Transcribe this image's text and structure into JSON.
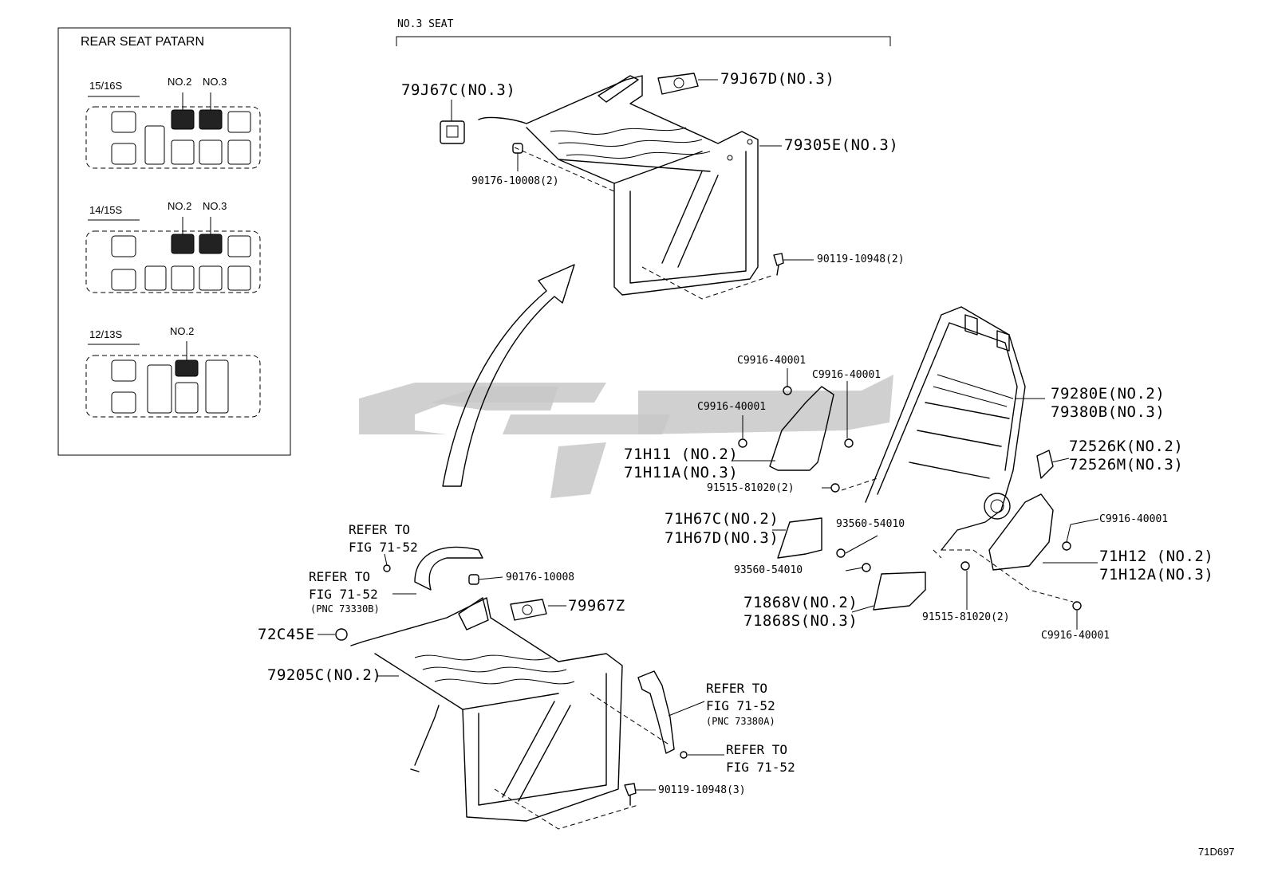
{
  "legend": {
    "title": "REAR SEAT PATARN",
    "rows": [
      {
        "name": "15/16S",
        "markers": [
          "NO.2",
          "NO.3"
        ]
      },
      {
        "name": "14/15S",
        "markers": [
          "NO.2",
          "NO.3"
        ]
      },
      {
        "name": "12/13S",
        "markers": [
          "NO.2"
        ]
      }
    ]
  },
  "section_title": "NO.3 SEAT",
  "labels": {
    "p79J67C": "79J67C(NO.3)",
    "p79J67D": "79J67D(NO.3)",
    "p79305E": "79305E(NO.3)",
    "p90176_2": "90176-10008(2)",
    "p90119_2": "90119-10948(2)",
    "pC9916_a": "C9916-40001",
    "pC9916_b": "C9916-40001",
    "pC9916_c": "C9916-40001",
    "pC9916_d": "C9916-40001",
    "pC9916_e": "C9916-40001",
    "p79280E": "79280E(NO.2)",
    "p79380B": "79380B(NO.3)",
    "p71H11": "71H11 (NO.2)",
    "p71H11A": "71H11A(NO.3)",
    "p72526K": "72526K(NO.2)",
    "p72526M": "72526M(NO.3)",
    "p91515_a": "91515-81020(2)",
    "p91515_b": "91515-81020(2)",
    "p71H67C": "71H67C(NO.2)",
    "p71H67D": "71H67D(NO.3)",
    "p93560_a": "93560-54010",
    "p93560_b": "93560-54010",
    "p71H12": "71H12 (NO.2)",
    "p71H12A": "71H12A(NO.3)",
    "p71868V": "71868V(NO.2)",
    "p71868S": "71868S(NO.3)",
    "refer1_a": "REFER TO",
    "refer1_b": "FIG 71-52",
    "refer2_a": "REFER TO",
    "refer2_b": "FIG 71-52",
    "refer2_c": "(PNC 73330B)",
    "p90176": "90176-10008",
    "p79967Z": "79967Z",
    "p72C45E": "72C45E",
    "p79205C": "79205C(NO.2)",
    "refer3_a": "REFER TO",
    "refer3_b": "FIG 71-52",
    "refer3_c": "(PNC 73380A)",
    "refer4_a": "REFER TO",
    "refer4_b": "FIG 71-52",
    "p90119_3": "90119-10948(3)"
  },
  "figure_id": "71D697",
  "colors": {
    "ink": "#000000",
    "watermark": "#c8c8c8"
  }
}
